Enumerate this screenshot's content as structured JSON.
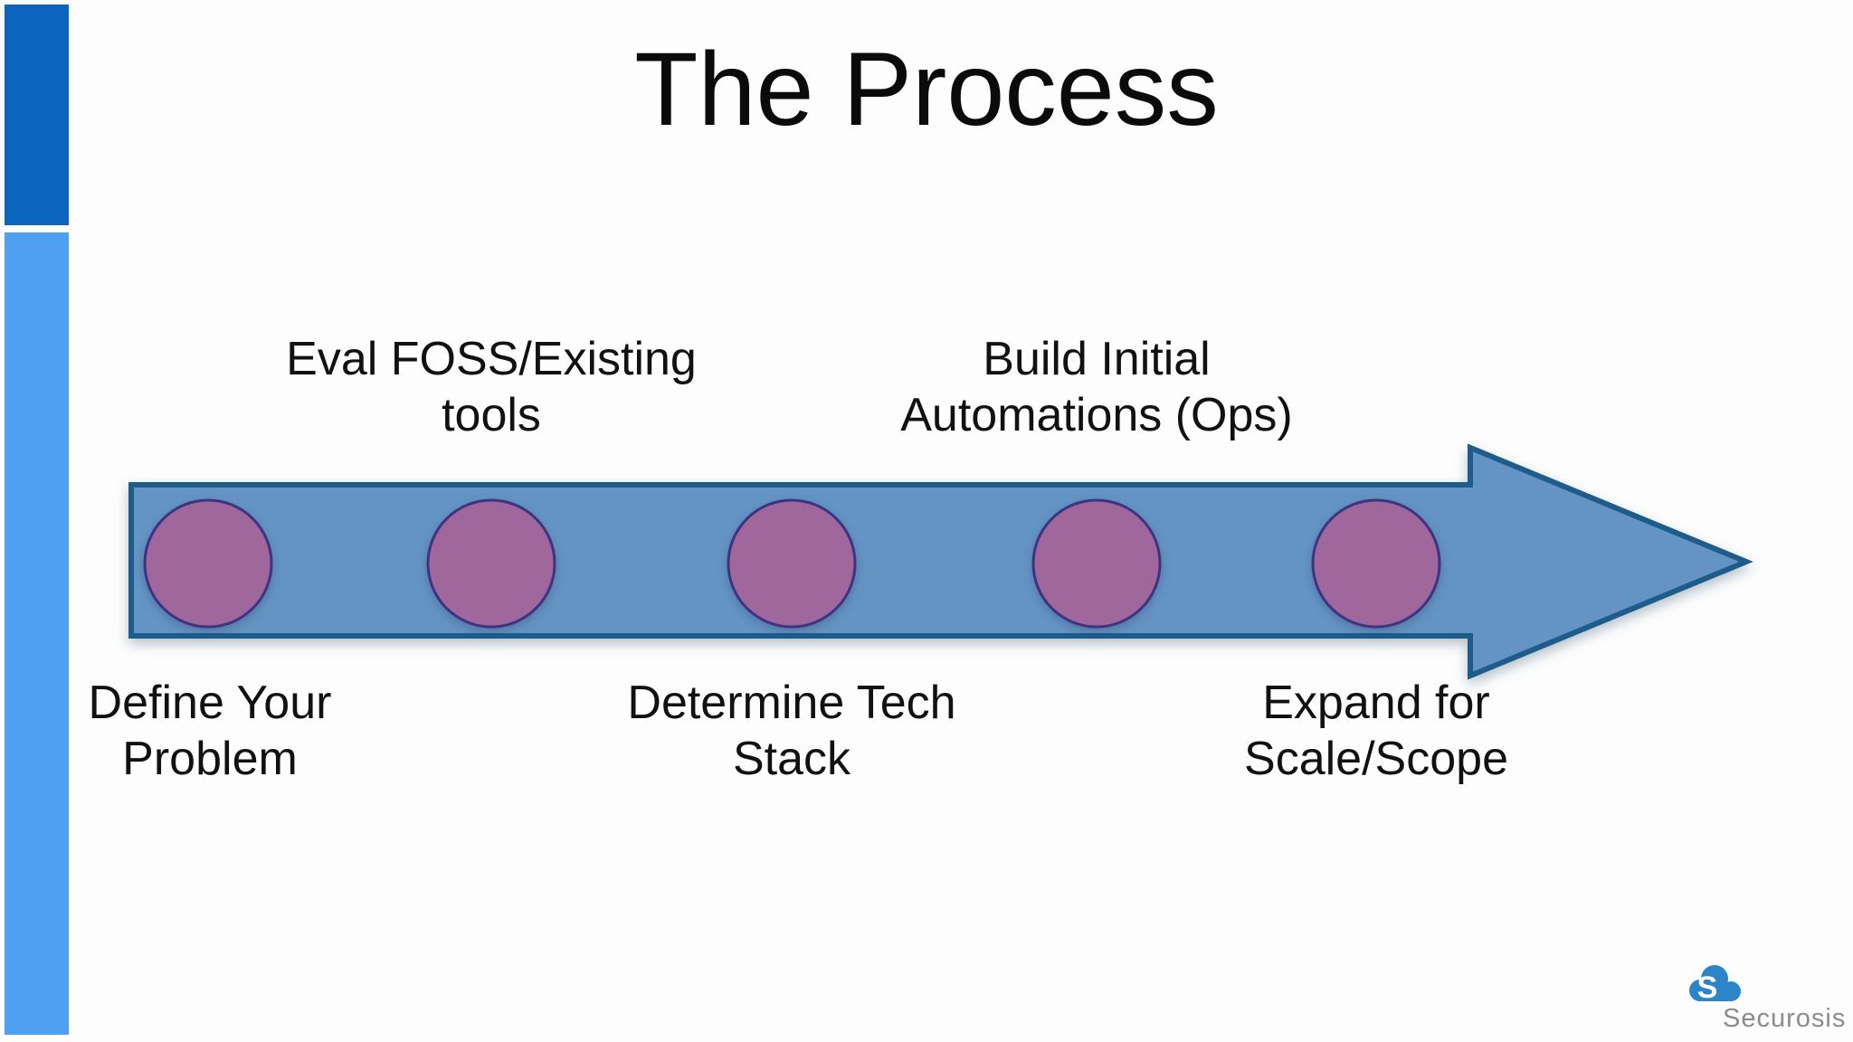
{
  "slide": {
    "title": "The Process"
  },
  "colors": {
    "background": "#fdfdfd",
    "sidebar_top": "#0b64bd",
    "sidebar_bottom": "#4fa0f2",
    "arrow_fill": "#6394c3",
    "arrow_border": "#1e5c8c",
    "node_fill": "#a0679d",
    "node_border": "#3e3382",
    "label_color": "#111111",
    "logo_cloud": "#2b85c8",
    "logo_text_color": "#8b8b8b"
  },
  "process": {
    "steps": [
      {
        "label": "Define Your\nProblem",
        "label_position": "below"
      },
      {
        "label": "Eval FOSS/Existing\ntools",
        "label_position": "above"
      },
      {
        "label": "Determine Tech\nStack",
        "label_position": "below"
      },
      {
        "label": "Build Initial\nAutomations (Ops)",
        "label_position": "above"
      },
      {
        "label": "Expand for\nScale/Scope",
        "label_position": "below"
      }
    ]
  },
  "logo": {
    "text": "Securosis",
    "glyph": "S"
  }
}
